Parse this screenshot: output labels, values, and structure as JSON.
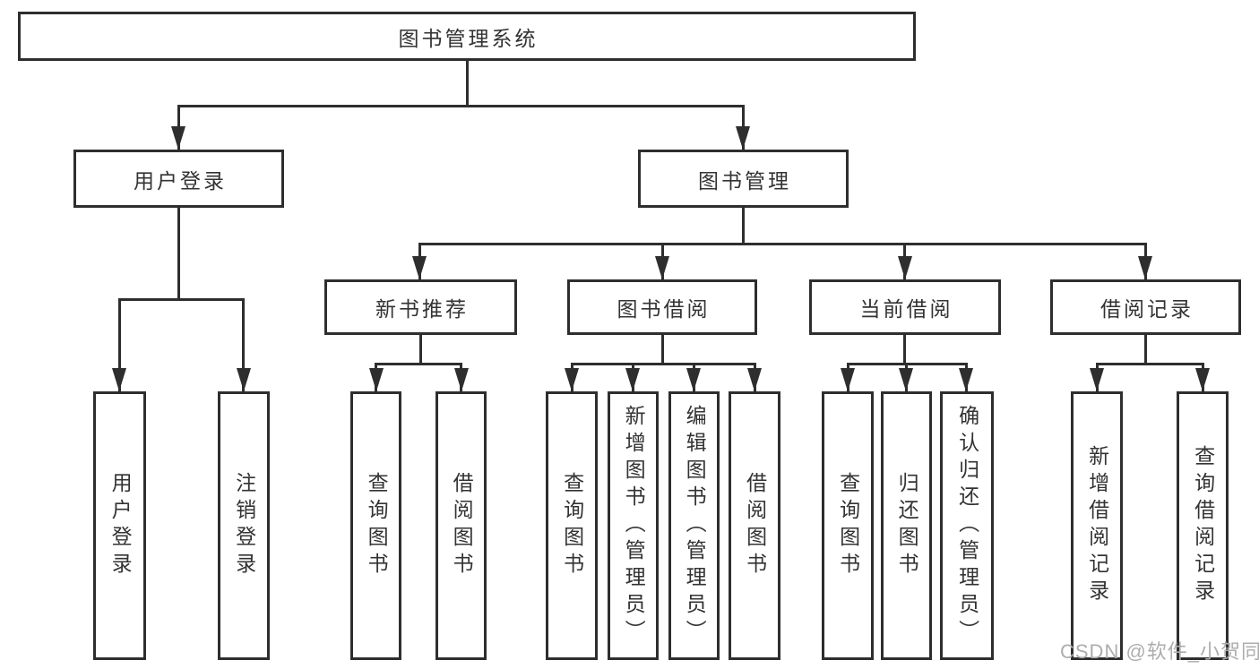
{
  "diagram": {
    "root": {
      "label": "图书管理系统"
    },
    "branches": [
      {
        "label": "用户登录",
        "leaves": [
          {
            "label": "用户登录"
          },
          {
            "label": "注销登录"
          }
        ]
      },
      {
        "label": "图书管理",
        "groups": [
          {
            "label": "新书推荐",
            "leaves": [
              {
                "label": "查询图书"
              },
              {
                "label": "借阅图书"
              }
            ]
          },
          {
            "label": "图书借阅",
            "leaves": [
              {
                "label": "查询图书"
              },
              {
                "label": "新增图书（管理员）"
              },
              {
                "label": "编辑图书（管理员）"
              },
              {
                "label": "借阅图书"
              }
            ]
          },
          {
            "label": "当前借阅",
            "leaves": [
              {
                "label": "查询图书"
              },
              {
                "label": "归还图书"
              },
              {
                "label": "确认归还（管理员）"
              }
            ]
          },
          {
            "label": "借阅记录",
            "leaves": [
              {
                "label": "新增借阅记录"
              },
              {
                "label": "查询借阅记录"
              }
            ]
          }
        ]
      }
    ]
  },
  "watermark": {
    "text": "CSDN @软件_小贺同学"
  },
  "colors": {
    "line": "#2e2e2e",
    "box_border": "#2e2e2e",
    "text": "#333333",
    "watermark": "#adadad",
    "background": "#ffffff"
  }
}
